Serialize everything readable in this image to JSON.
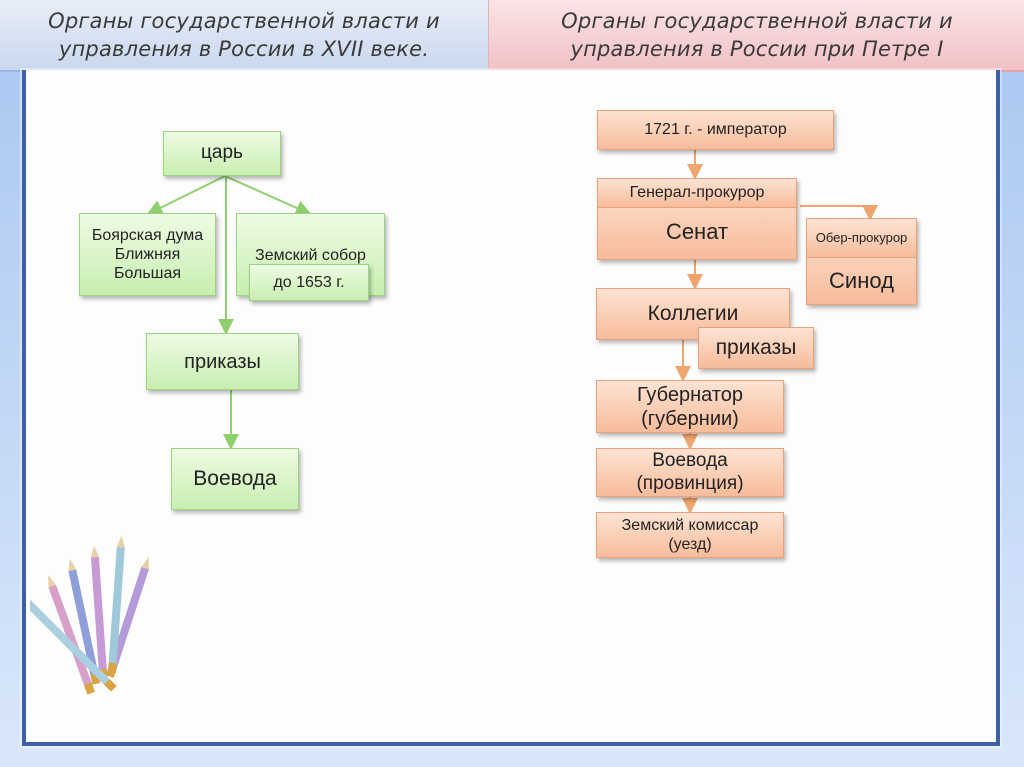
{
  "header": {
    "left_title": "Органы государственной власти и\nуправления в России в XVII веке.",
    "right_title": "Органы государственной власти и\nуправления в России при Петре I"
  },
  "left_diagram": {
    "tsar": "царь",
    "boyar_duma": "Боярская дума\nБлижняя\nБольшая",
    "zemsky_sobor": "Земский собор",
    "zemsky_sobor_note": "до 1653 г.",
    "prikazy": "приказы",
    "voevoda": "Воевода"
  },
  "right_diagram": {
    "emperor": "1721 г. - император",
    "general_prosecutor": "Генерал-прокурор",
    "senate": "Сенат",
    "ober_prosecutor": "Обер-прокурор",
    "synod": "Синод",
    "collegia": "Коллегии",
    "prikazy": "приказы",
    "governor": "Губернатор\n(губернии)",
    "voevoda": "Воевода\n(провинция)",
    "zemsky_commissar": "Земский комиссар\n(уезд)"
  },
  "colors": {
    "green_box": "#c8eeb0",
    "orange_box": "#f7bc9b",
    "frame_border": "#3d5fa8",
    "green_arrow": "#8fcf6e",
    "orange_arrow": "#f0a46e"
  },
  "decorations": {
    "pencils_icon": "colored-pencils-icon"
  }
}
